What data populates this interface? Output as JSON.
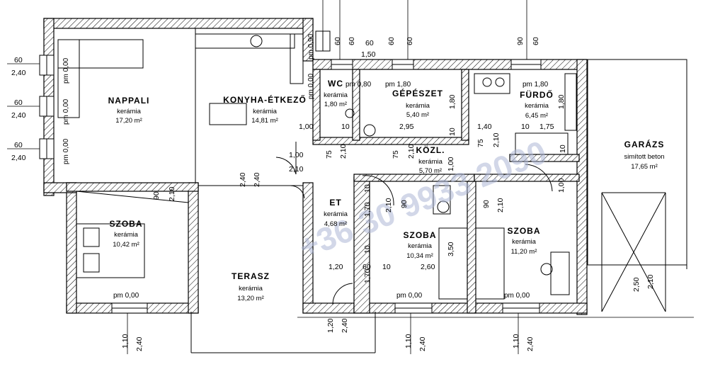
{
  "rooms": {
    "nappali": {
      "name": "NAPPALI",
      "material": "kerámia",
      "area": "17,20 m²"
    },
    "konyha": {
      "name": "KONYHA-ÉTKEZŐ",
      "material": "kerámia",
      "area": "14,81 m²"
    },
    "wc": {
      "name": "WC",
      "material": "kerámia",
      "area": "1,80 m²"
    },
    "gepeszet": {
      "name": "GÉPÉSZET",
      "material": "kerámia",
      "area": "5,40 m²"
    },
    "furdo": {
      "name": "FÜRDŐ",
      "material": "kerámia",
      "area": "6,45 m²"
    },
    "garazs": {
      "name": "GARÁZS",
      "material": "simított beton",
      "area": "17,65 m²"
    },
    "kozl": {
      "name": "KÖZL.",
      "material": "kerámia",
      "area": "5,70 m²"
    },
    "et": {
      "name": "ET",
      "material": "kerámia",
      "area": "4,68 m²"
    },
    "szoba1": {
      "name": "SZOBA",
      "material": "kerámia",
      "area": "10,42 m²"
    },
    "szoba2": {
      "name": "SZOBA",
      "material": "kerámia",
      "area": "10,34 m²"
    },
    "szoba3": {
      "name": "SZOBA",
      "material": "kerámia",
      "area": "11,20 m²"
    },
    "terasz": {
      "name": "TERASZ",
      "material": "kerámia",
      "area": "13,20 m²"
    }
  },
  "levels": {
    "pm000": "pm 0,00",
    "pm180": "pm 1,80",
    "pm090": "pm 0,90",
    "pm080": "pm 0,80"
  },
  "dims": {
    "d60": "60",
    "d240": "2,40",
    "d150": "1,50",
    "d90": "90",
    "d10": "10",
    "d100": "1,00",
    "d140": "1,40",
    "d175": "1,75",
    "d180": "1,80",
    "d295": "2,95",
    "d75": "75",
    "d210": "2,10",
    "d120": "1,20",
    "d260": "2,60",
    "d110": "1,10",
    "d350": "3,50",
    "d250": "2,50",
    "d170": "1,70"
  },
  "watermark": "+36 30 9933 2090"
}
